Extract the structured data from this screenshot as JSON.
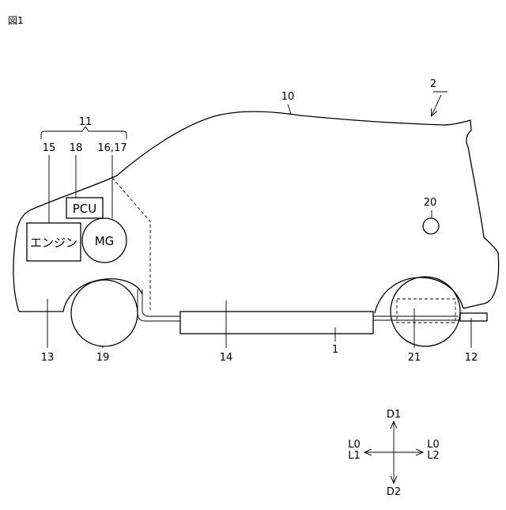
{
  "figure_title": "図1",
  "labels": {
    "vehicle": "2",
    "body": "10",
    "group": "11",
    "engine_ref": "15",
    "pcu_ref": "18",
    "mg_ref": "16,17",
    "battery_ref": "20",
    "front": "13",
    "front_wheel": "19",
    "pipe": "14",
    "tank": "1",
    "rear_wheel": "21",
    "rear": "12"
  },
  "components": {
    "engine": "エンジン",
    "pcu": "PCU",
    "mg": "MG"
  },
  "directions": {
    "up": "D1",
    "down": "D2",
    "left_top": "L0",
    "left_bottom": "L1",
    "right_top": "L0",
    "right_bottom": "L2"
  }
}
